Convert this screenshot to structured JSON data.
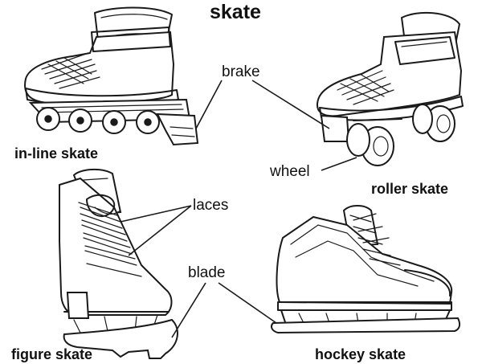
{
  "title": "skate",
  "skates": [
    {
      "id": "inline",
      "caption": "in-line skate"
    },
    {
      "id": "roller",
      "caption": "roller skate"
    },
    {
      "id": "figure",
      "caption": "figure skate"
    },
    {
      "id": "hockey",
      "caption": "hockey skate"
    }
  ],
  "parts": {
    "brake": "brake",
    "wheel": "wheel",
    "laces": "laces",
    "blade": "blade"
  }
}
